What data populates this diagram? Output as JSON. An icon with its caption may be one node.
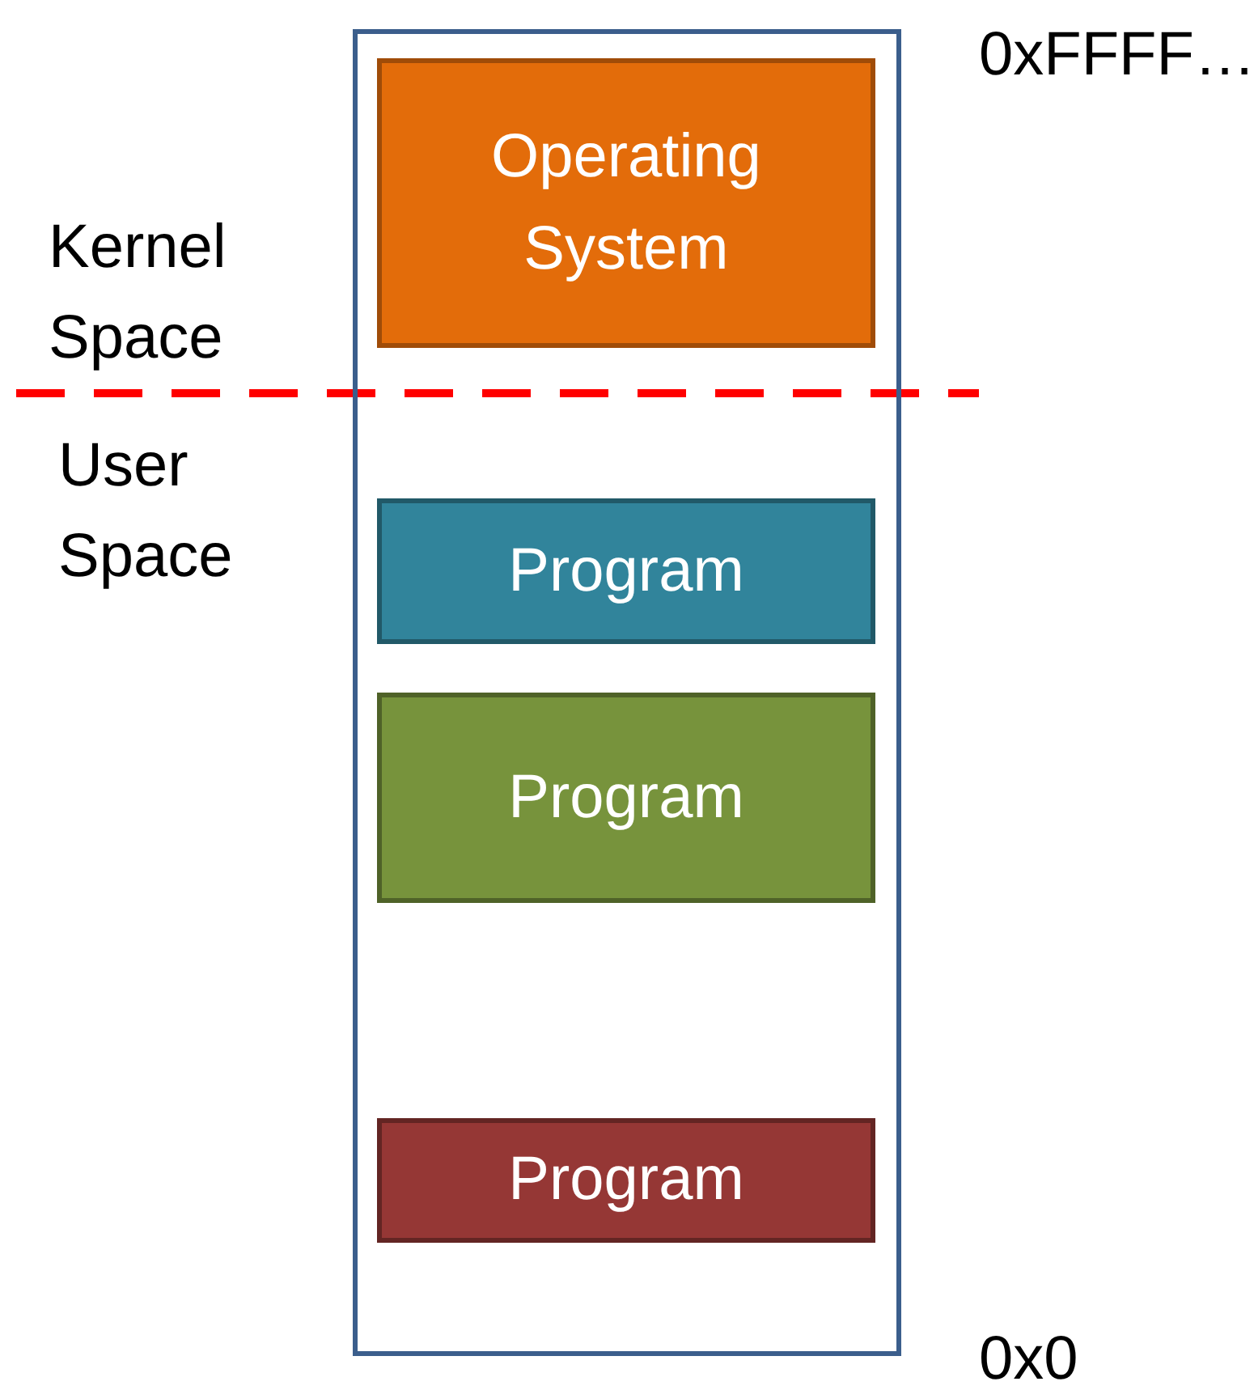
{
  "diagram": {
    "nodes": [
      {
        "text": [],
        "shape": "box"
      },
      {
        "text": [
          "Operating System"
        ],
        "in": 0
      },
      {
        "text": [
          "Program"
        ],
        "in": 0
      },
      {
        "text": [
          "Program"
        ],
        "in": 0
      },
      {
        "text": [
          "Program"
        ],
        "in": 0
      }
    ],
    "edges": [],
    "labels": [
      "0xFFFF…",
      "Kernel Space",
      "User Space",
      "0x0"
    ]
  }
}
